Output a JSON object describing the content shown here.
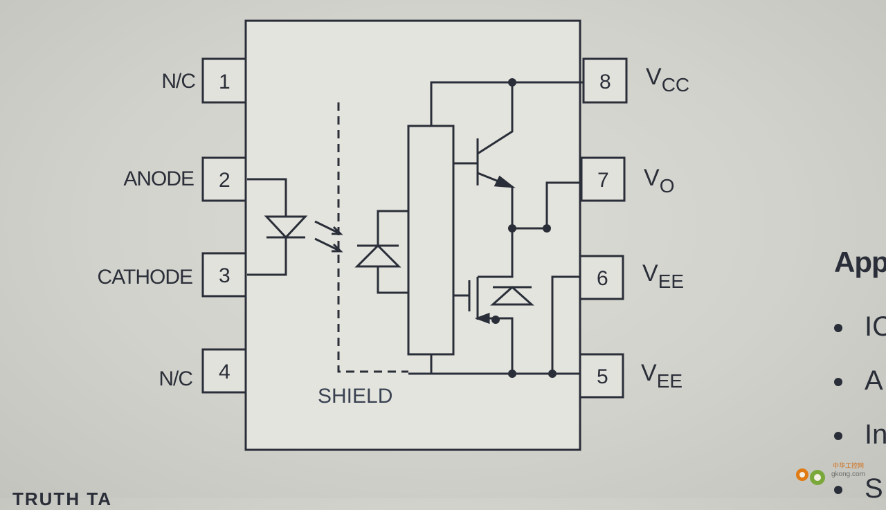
{
  "pins": [
    {
      "number": "1",
      "label": "N/C"
    },
    {
      "number": "2",
      "label": "ANODE"
    },
    {
      "number": "3",
      "label": "CATHODE"
    },
    {
      "number": "4",
      "label": "N/C"
    },
    {
      "number": "5",
      "label": "V",
      "sub": "EE"
    },
    {
      "number": "6",
      "label": "V",
      "sub": "EE"
    },
    {
      "number": "7",
      "label": "V",
      "sub": "O"
    },
    {
      "number": "8",
      "label": "V",
      "sub": "CC"
    }
  ],
  "shield_label": "SHIELD",
  "sidebar": {
    "title": "App",
    "bullets": [
      "IC",
      "A",
      "In",
      "S"
    ]
  },
  "footer_text": "TRUTH TA",
  "watermark": {
    "brand": "中华工控网",
    "url": "gkong.com"
  }
}
